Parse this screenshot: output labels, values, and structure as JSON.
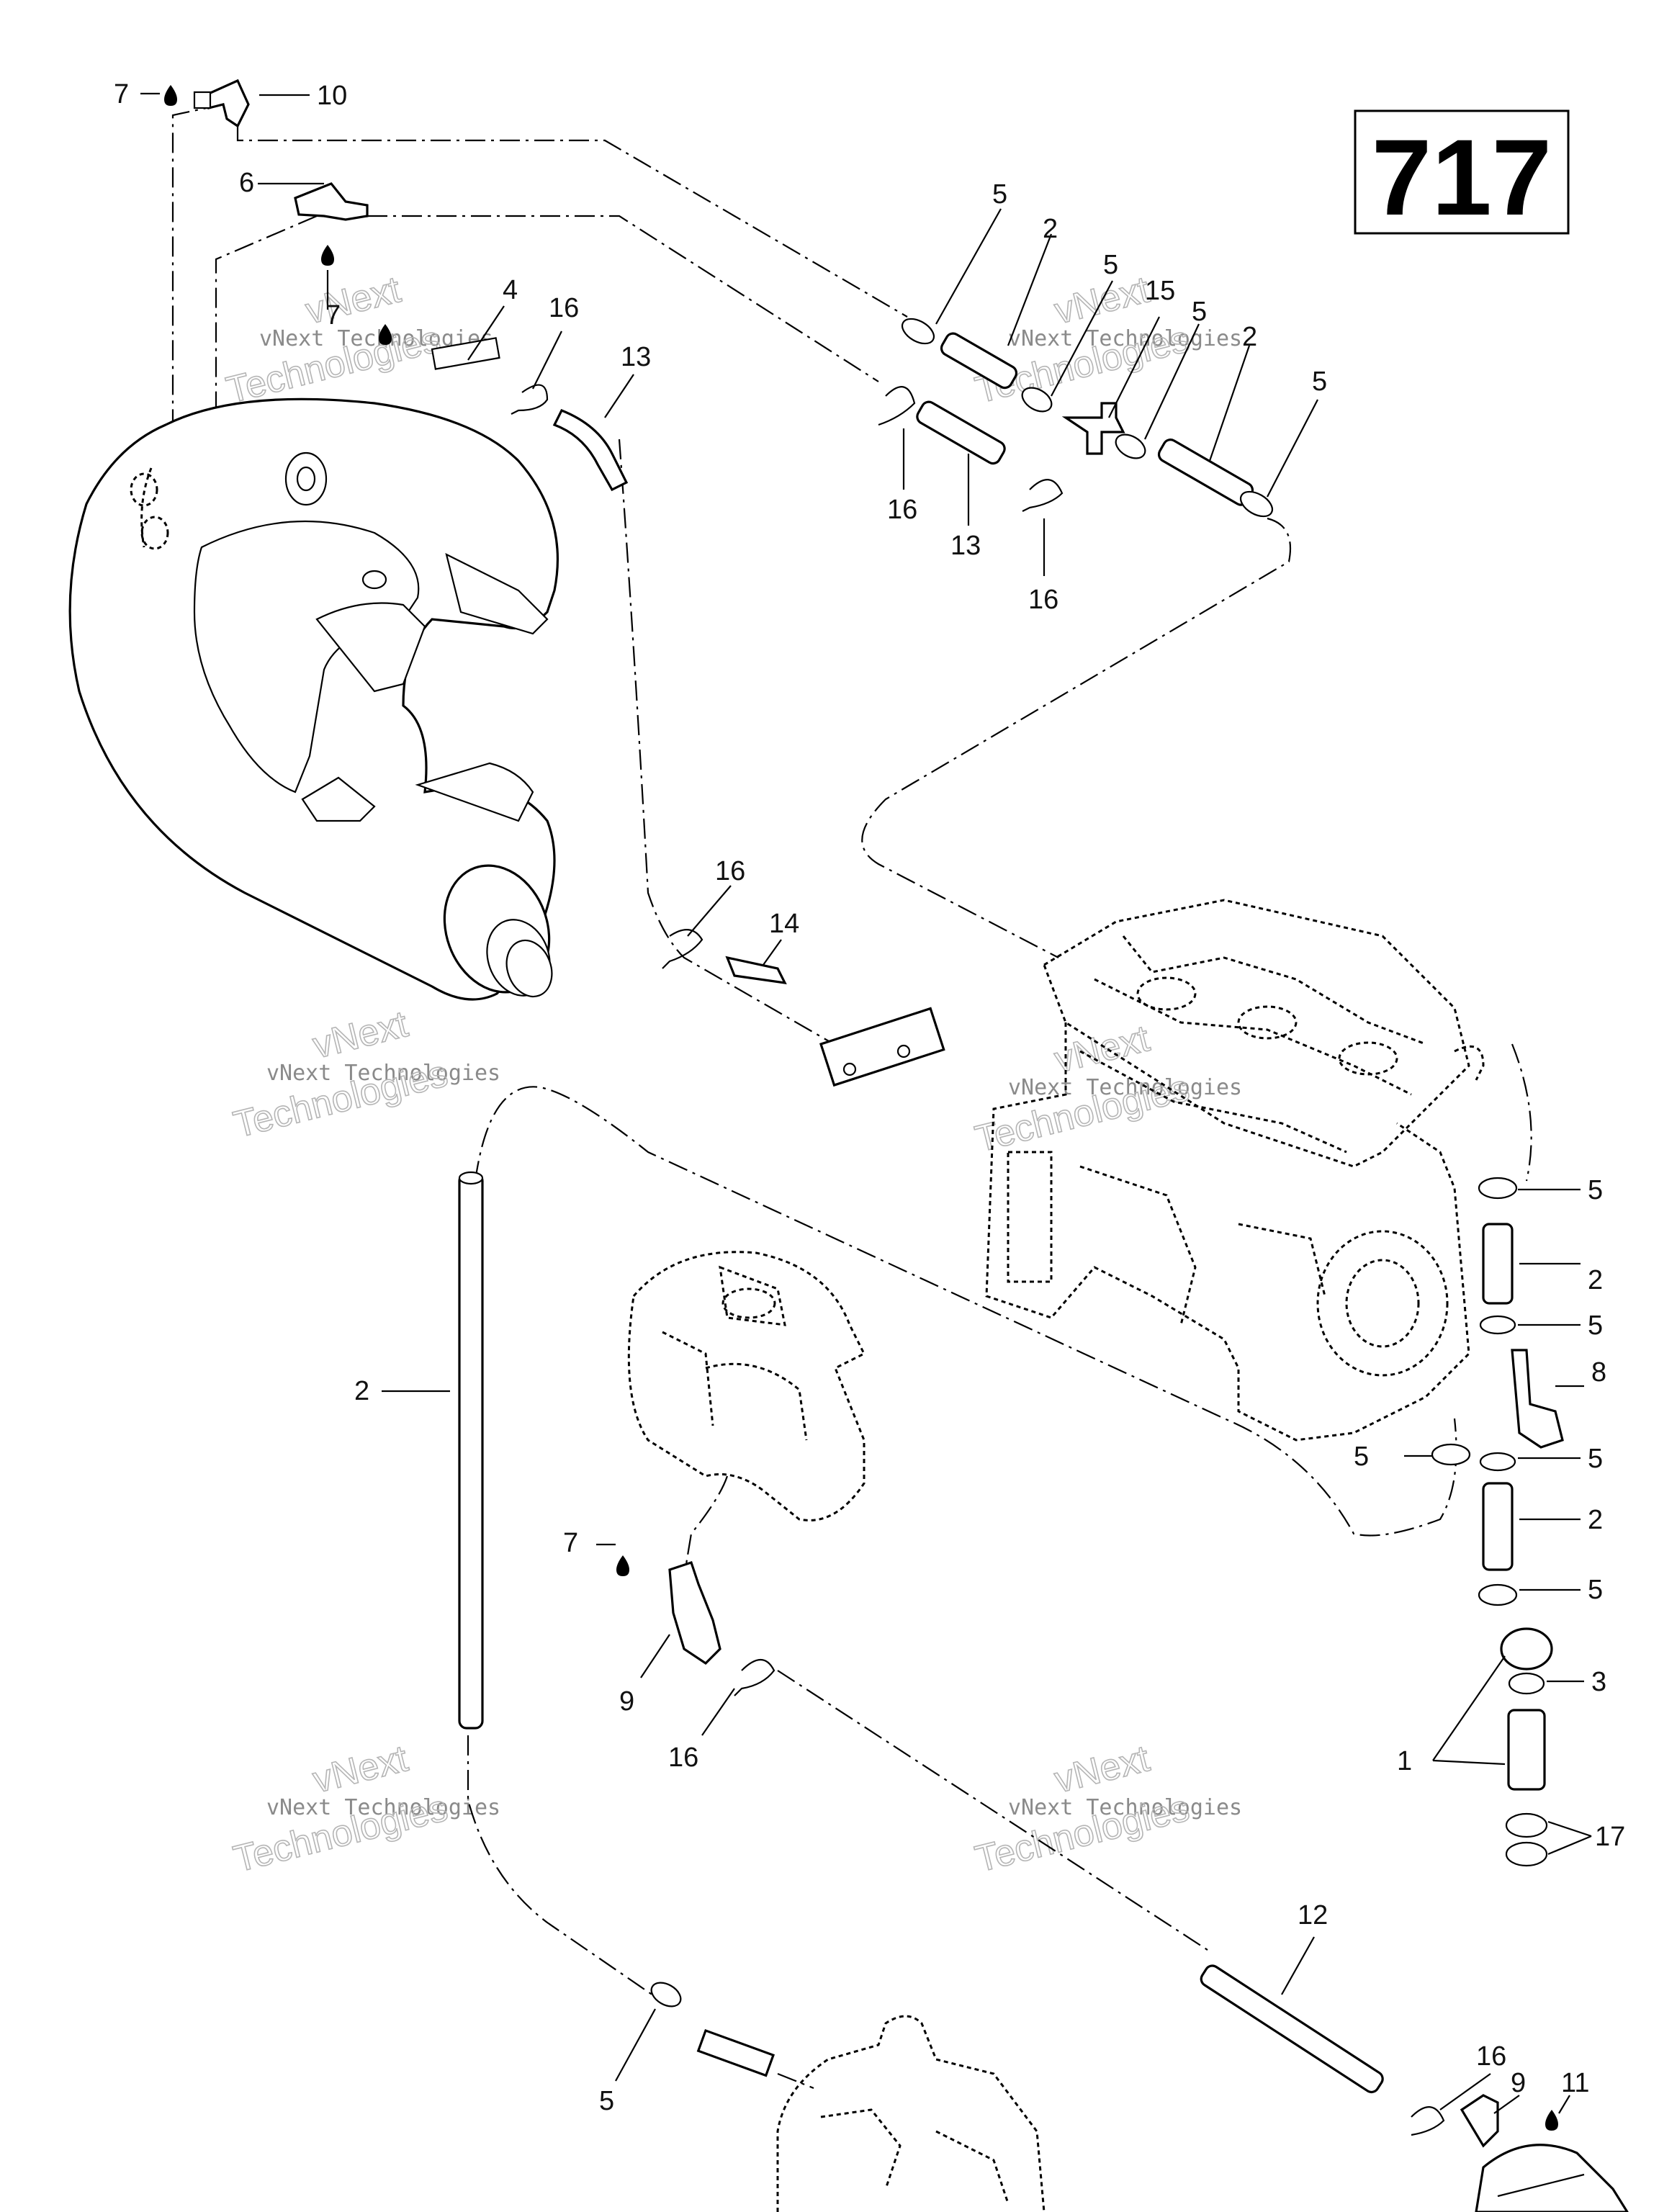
{
  "engine_code": "717",
  "callouts": [
    {
      "text": "7"
    },
    {
      "text": "10"
    },
    {
      "text": "6"
    },
    {
      "text": "7"
    },
    {
      "text": "4"
    },
    {
      "text": "16"
    },
    {
      "text": "13"
    },
    {
      "text": "5"
    },
    {
      "text": "2"
    },
    {
      "text": "5"
    },
    {
      "text": "15"
    },
    {
      "text": "5"
    },
    {
      "text": "2"
    },
    {
      "text": "5"
    },
    {
      "text": "16"
    },
    {
      "text": "13"
    },
    {
      "text": "16"
    },
    {
      "text": "16"
    },
    {
      "text": "14"
    },
    {
      "text": "5"
    },
    {
      "text": "2"
    },
    {
      "text": "5"
    },
    {
      "text": "8"
    },
    {
      "text": "5"
    },
    {
      "text": "5"
    },
    {
      "text": "2"
    },
    {
      "text": "5"
    },
    {
      "text": "3"
    },
    {
      "text": "1"
    },
    {
      "text": "17"
    },
    {
      "text": "2"
    },
    {
      "text": "7"
    },
    {
      "text": "9"
    },
    {
      "text": "16"
    },
    {
      "text": "12"
    },
    {
      "text": "5"
    },
    {
      "text": "16"
    },
    {
      "text": "9"
    },
    {
      "text": "11"
    }
  ],
  "watermarks": [
    {
      "line1": "vNext",
      "line2": "vNext Technologies",
      "line3": "Technologies"
    },
    {
      "line1": "vNext",
      "line2": "vNext Technologies",
      "line3": "Technologies"
    },
    {
      "line1": "vNext",
      "line2": "vNext Technologies",
      "line3": "Technologies"
    },
    {
      "line1": "vNext",
      "line2": "vNext Technologies",
      "line3": "Technologies"
    },
    {
      "line1": "vNext",
      "line2": "vNext Technologies",
      "line3": "Technologies"
    },
    {
      "line1": "vNext",
      "line2": "vNext Technologies",
      "line3": "Technologies"
    }
  ],
  "parts": [
    {
      "name": "exhaust-manifold-muffler"
    },
    {
      "name": "engine-block"
    },
    {
      "name": "pump-housing"
    },
    {
      "name": "lower-housing"
    },
    {
      "name": "oil-drop-symbol"
    }
  ]
}
